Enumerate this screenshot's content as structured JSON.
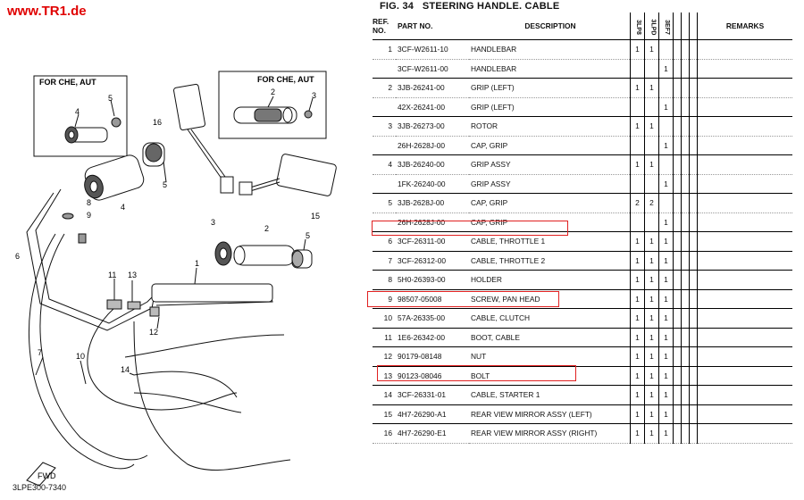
{
  "watermark": "www.TR1.de",
  "figure": {
    "label": "FIG. 34",
    "title": "STEERING HANDLE. CABLE"
  },
  "diagram": {
    "box_left_label": "FOR CHE, AUT",
    "box_right_label": "FOR CHE, AUT",
    "fwd_label": "FWD",
    "code": "3LPE300-7340",
    "callouts": [
      "1",
      "2",
      "3",
      "4",
      "5",
      "6",
      "7",
      "8",
      "9",
      "10",
      "11",
      "12",
      "13",
      "14",
      "15",
      "16"
    ]
  },
  "table": {
    "headers": {
      "ref": "REF. NO.",
      "part": "PART NO.",
      "desc": "DESCRIPTION",
      "q1": "3LP8",
      "q2": "3LPD",
      "q3": "3EF7",
      "remarks": "REMARKS"
    },
    "rows": [
      {
        "ref": "1",
        "part": "3CF-W2611-10",
        "desc": "HANDLEBAR",
        "q1": "1",
        "q2": "1",
        "q3": ""
      },
      {
        "ref": "",
        "part": "3CF-W2611-00",
        "desc": "HANDLEBAR",
        "q1": "",
        "q2": "",
        "q3": "1"
      },
      {
        "ref": "2",
        "part": "3JB-26241-00",
        "desc": "GRIP (LEFT)",
        "q1": "1",
        "q2": "1",
        "q3": ""
      },
      {
        "ref": "",
        "part": "42X-26241-00",
        "desc": "GRIP (LEFT)",
        "q1": "",
        "q2": "",
        "q3": "1"
      },
      {
        "ref": "3",
        "part": "3JB-26273-00",
        "desc": "ROTOR",
        "q1": "1",
        "q2": "1",
        "q3": ""
      },
      {
        "ref": "",
        "part": "26H-2628J-00",
        "desc": "CAP, GRIP",
        "q1": "",
        "q2": "",
        "q3": "1"
      },
      {
        "ref": "4",
        "part": "3JB-26240-00",
        "desc": "GRIP ASSY",
        "q1": "1",
        "q2": "1",
        "q3": ""
      },
      {
        "ref": "",
        "part": "1FK-26240-00",
        "desc": "GRIP ASSY",
        "q1": "",
        "q2": "",
        "q3": "1"
      },
      {
        "ref": "5",
        "part": "3JB-2628J-00",
        "desc": "CAP, GRIP",
        "q1": "2",
        "q2": "2",
        "q3": ""
      },
      {
        "ref": "",
        "part": "26H-2628J-00",
        "desc": "CAP, GRIP",
        "q1": "",
        "q2": "",
        "q3": "1"
      },
      {
        "ref": "6",
        "part": "3CF-26311-00",
        "desc": "CABLE, THROTTLE 1",
        "q1": "1",
        "q2": "1",
        "q3": "1"
      },
      {
        "ref": "7",
        "part": "3CF-26312-00",
        "desc": "CABLE, THROTTLE 2",
        "q1": "1",
        "q2": "1",
        "q3": "1"
      },
      {
        "ref": "8",
        "part": "5H0-26393-00",
        "desc": "HOLDER",
        "q1": "1",
        "q2": "1",
        "q3": "1"
      },
      {
        "ref": "9",
        "part": "98507-05008",
        "desc": "SCREW, PAN HEAD",
        "q1": "1",
        "q2": "1",
        "q3": "1"
      },
      {
        "ref": "10",
        "part": "57A-26335-00",
        "desc": "CABLE, CLUTCH",
        "q1": "1",
        "q2": "1",
        "q3": "1"
      },
      {
        "ref": "11",
        "part": "1E6-26342-00",
        "desc": "BOOT, CABLE",
        "q1": "1",
        "q2": "1",
        "q3": "1"
      },
      {
        "ref": "12",
        "part": "90179-08148",
        "desc": "NUT",
        "q1": "1",
        "q2": "1",
        "q3": "1"
      },
      {
        "ref": "13",
        "part": "90123-08046",
        "desc": "BOLT",
        "q1": "1",
        "q2": "1",
        "q3": "1"
      },
      {
        "ref": "14",
        "part": "3CF-26331-01",
        "desc": "CABLE, STARTER 1",
        "q1": "1",
        "q2": "1",
        "q3": "1"
      },
      {
        "ref": "15",
        "part": "4H7-26290-A1",
        "desc": "REAR VIEW MIRROR ASSY (LEFT)",
        "q1": "1",
        "q2": "1",
        "q3": "1"
      },
      {
        "ref": "16",
        "part": "4H7-26290-E1",
        "desc": "REAR VIEW MIRROR ASSY (RIGHT)",
        "q1": "1",
        "q2": "1",
        "q3": "1"
      }
    ]
  },
  "highlight_color": "#e02020",
  "watermark_color": "#e00000"
}
